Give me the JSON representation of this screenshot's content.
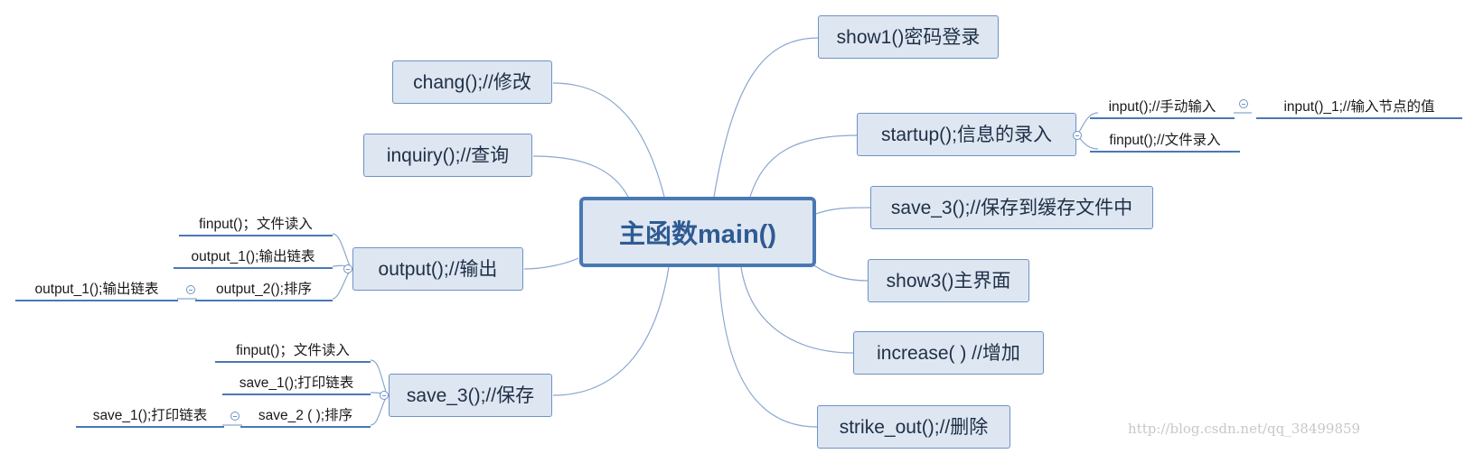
{
  "root": {
    "label": "主函数main()"
  },
  "right_branches": [
    {
      "label": "show1()密码登录"
    },
    {
      "label": "startup();信息的录入"
    },
    {
      "label": "save_3();//保存到缓存文件中"
    },
    {
      "label": "show3()主界面"
    },
    {
      "label": "increase( ) //增加"
    },
    {
      "label": "strike_out();//删除"
    }
  ],
  "left_branches": [
    {
      "label": "chang();//修改"
    },
    {
      "label": "inquiry();//查询"
    },
    {
      "label": "output();//输出"
    },
    {
      "label": "save_3();//保存"
    }
  ],
  "startup_children": [
    {
      "label": "input();//手动输入"
    },
    {
      "label": "finput();//文件录入"
    }
  ],
  "input_children": [
    {
      "label": "input()_1;//输入节点的值"
    }
  ],
  "output_children": [
    {
      "label": "finput()；文件读入"
    },
    {
      "label": "output_1();输出链表"
    },
    {
      "label": "output_2();排序"
    }
  ],
  "output2_children": [
    {
      "label": "output_1();输出链表"
    }
  ],
  "save3_children": [
    {
      "label": "finput()；文件读入"
    },
    {
      "label": "save_1();打印链表"
    },
    {
      "label": "save_2 ( );排序"
    }
  ],
  "save2_children": [
    {
      "label": "save_1();打印链表"
    }
  ],
  "watermark": "http://blog.csdn.net/qq_38499859"
}
